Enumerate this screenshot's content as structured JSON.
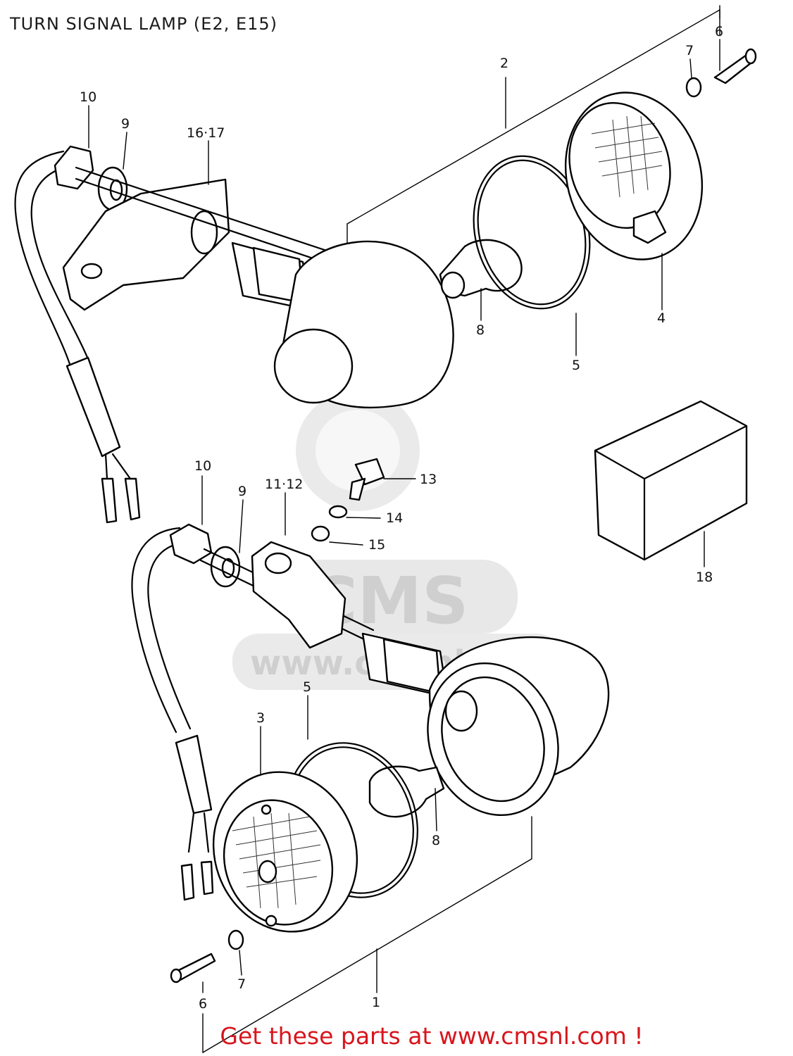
{
  "title": "TURN SIGNAL LAMP (E2, E15)",
  "footer": "Get these parts at www.cmsnl.com !",
  "watermark": {
    "brand": "CMS",
    "url": "www.cmsnl.com"
  },
  "callouts": [
    "10",
    "9",
    "16·17",
    "2",
    "7",
    "6",
    "8",
    "5",
    "4",
    "10",
    "9",
    "11·12",
    "13",
    "14",
    "15",
    "18",
    "3",
    "5",
    "8",
    "7",
    "6",
    "1"
  ],
  "colors": {
    "footer": "#d8151c",
    "line": "#000000",
    "watermark": "#cfcfcf"
  }
}
